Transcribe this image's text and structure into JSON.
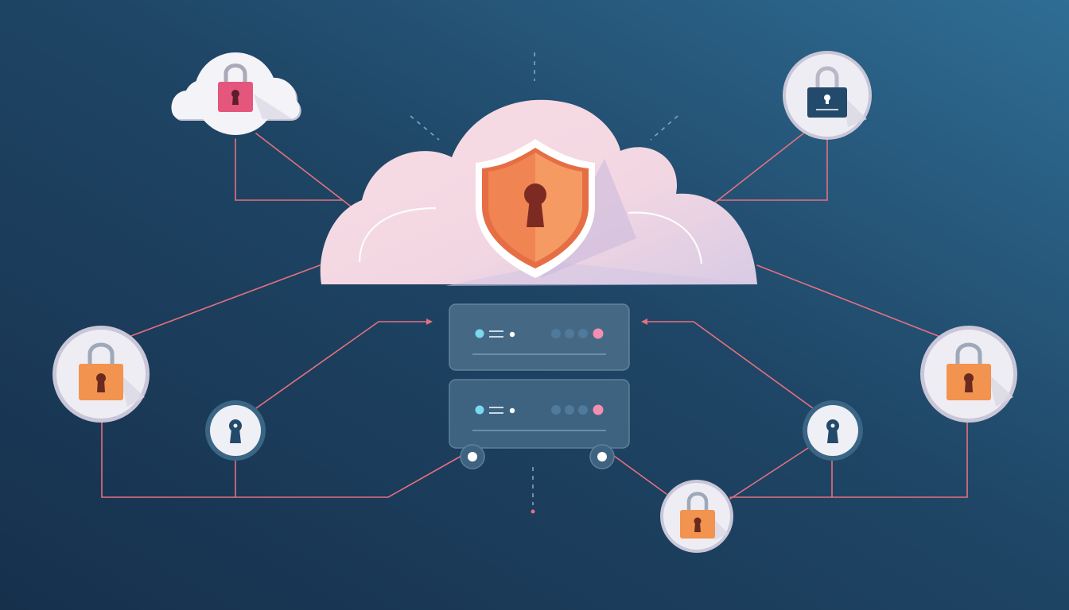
{
  "title": "",
  "colors": {
    "background_dark": "#17324f",
    "background_light": "#2e6b92",
    "connector": "#e5707f",
    "cloud_fill": "#f6d9e2",
    "cloud_shade": "#d9cce6",
    "shield_outer": "#e8774a",
    "shield_inner": "#f08c58",
    "keyhole": "#7d2b22",
    "server_panel": "#3f6480",
    "server_line": "#7b9bb2",
    "led_cyan": "#7ad8ef",
    "led_pink": "#f28fb1",
    "node_fill": "#eceaf2",
    "lock_pink": "#e5567c",
    "lock_orange": "#f2934f",
    "lock_navy": "#244a6b"
  },
  "nodes": [
    {
      "id": "top-left-cloud-lock",
      "shape": "cloud",
      "lock_color": "pink",
      "icon": "padlock-icon"
    },
    {
      "id": "top-right-lock",
      "shape": "circle",
      "lock_color": "navy",
      "icon": "padlock-icon"
    },
    {
      "id": "left-lock",
      "shape": "circle",
      "lock_color": "orange",
      "icon": "padlock-icon"
    },
    {
      "id": "left-keyhole",
      "shape": "ring",
      "icon": "keyhole-icon"
    },
    {
      "id": "right-keyhole",
      "shape": "ring",
      "icon": "keyhole-icon"
    },
    {
      "id": "right-lock",
      "shape": "circle",
      "lock_color": "orange",
      "icon": "padlock-icon"
    },
    {
      "id": "bottom-lock",
      "shape": "circle",
      "lock_color": "orange",
      "icon": "padlock-icon"
    }
  ],
  "center": {
    "shape": "cloud",
    "icon": "shield-keyhole-icon"
  },
  "server": {
    "units": 2,
    "icon": "server-icon"
  }
}
